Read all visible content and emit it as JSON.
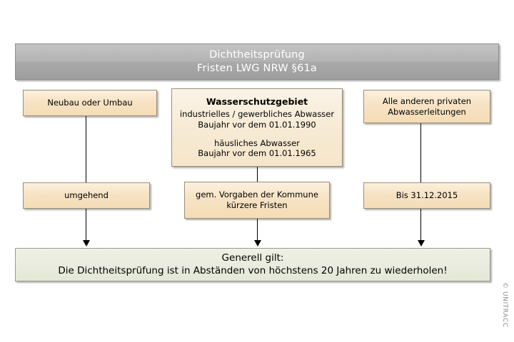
{
  "header": {
    "line1": "Dichtheitsprüfung",
    "line2": "Fristen LWG NRW §61a"
  },
  "columns": [
    {
      "condition": {
        "lines": [
          "Neubau oder Umbau"
        ]
      },
      "deadline": {
        "lines": [
          "umgehend"
        ]
      }
    },
    {
      "condition": {
        "title": "Wasserschutzgebiet",
        "lines": [
          "industrielles / gewerbliches Abwasser",
          "Baujahr vor dem 01.01.1990",
          "",
          "häusliches Abwasser",
          "Baujahr vor dem 01.01.1965"
        ]
      },
      "deadline": {
        "lines": [
          "gem. Vorgaben der Kommune",
          "kürzere Fristen"
        ]
      }
    },
    {
      "condition": {
        "lines": [
          "Alle anderen privaten",
          "Abwasserleitungen"
        ]
      },
      "deadline": {
        "lines": [
          "Bis 31.12.2015"
        ]
      }
    }
  ],
  "summary": {
    "line1": "Generell gilt:",
    "line2": "Die Dichtheitsprüfung ist in Abständen von höchstens 20 Jahren zu wiederholen!"
  },
  "watermark": {
    "text": "© UNITRACC"
  },
  "colors": {
    "header_fill": "#b4b4b4",
    "header_text": "#ffffff",
    "box_fill": "#f7e3c4",
    "box_border": "#9a8f78",
    "summary_fill": "#e8ebdd",
    "connector": "#000000"
  }
}
